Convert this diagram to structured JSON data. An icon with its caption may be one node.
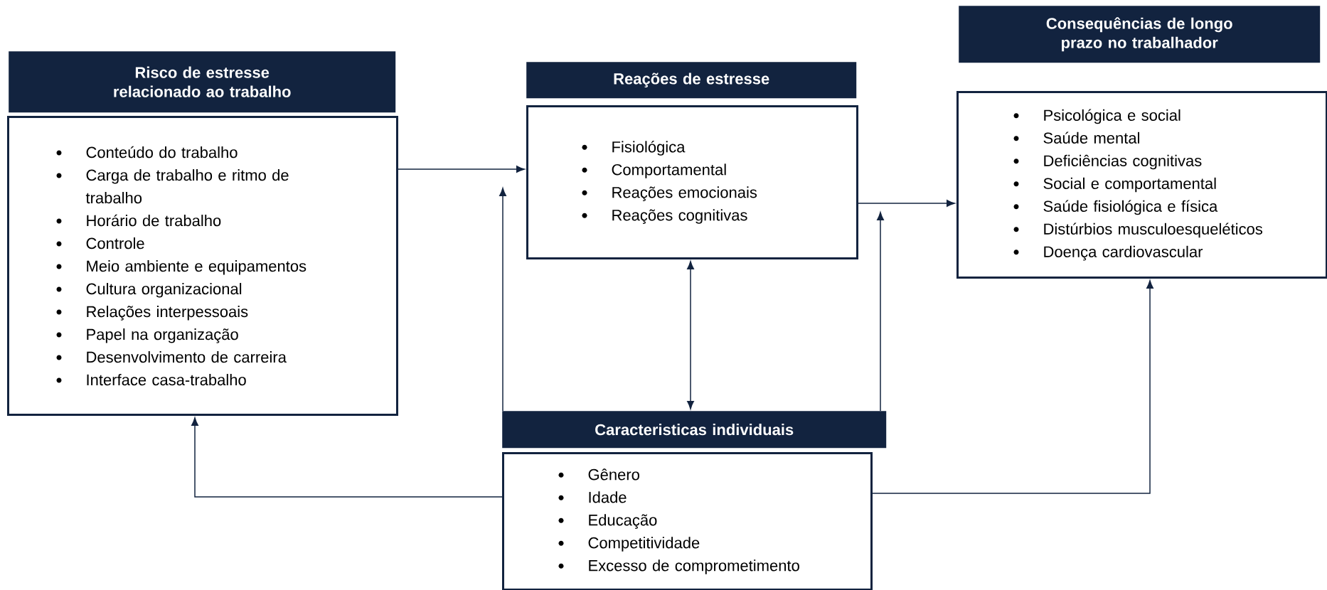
{
  "diagram": {
    "nodes": [
      {
        "text": [
          "Risco de estresse relacionado ao trabalho"
        ]
      },
      {
        "text": [
          "Conteúdo do trabalho",
          "Carga de trabalho e ritmo de trabalho",
          "Horário de trabalho",
          "Controle",
          "Meio ambiente e equipamentos",
          "Cultura organizacional",
          "Relações interpessoais",
          "Papel na organização",
          "Desenvolvimento de carreira",
          "Interface casa-trabalho"
        ]
      },
      {
        "text": [
          "Reações de estresse"
        ]
      },
      {
        "text": [
          "Fisiológica",
          "Comportamental",
          "Reações emocionais",
          "Reações cognitivas"
        ]
      },
      {
        "text": [
          "Consequências de longo prazo no trabalhador"
        ]
      },
      {
        "text": [
          "Psicológica e social",
          "Saúde mental",
          "Deficiências cognitivas",
          "Social e comportamental",
          "Saúde fisiológica e física",
          "Distúrbios musculoesqueléticos",
          "Doença cardiovascular"
        ]
      },
      {
        "text": [
          "Caracteristicas individuais"
        ]
      },
      {
        "text": [
          "Gênero",
          "Idade",
          "Educação",
          "Competitividade",
          "Excesso de comprometimento"
        ]
      }
    ],
    "edges": [
      {
        "from": 1,
        "to": 3,
        "arrow": "to"
      },
      {
        "from": 3,
        "to": 5,
        "arrow": "to"
      },
      {
        "from": 3,
        "to": 6,
        "arrow": "both"
      },
      {
        "from": 6,
        "to": null,
        "arrow": "to"
      },
      {
        "from": 6,
        "to": null,
        "arrow": "to"
      },
      {
        "from": 7,
        "to": 1,
        "arrow": "to"
      },
      {
        "from": 7,
        "to": 5,
        "arrow": "to"
      }
    ]
  }
}
